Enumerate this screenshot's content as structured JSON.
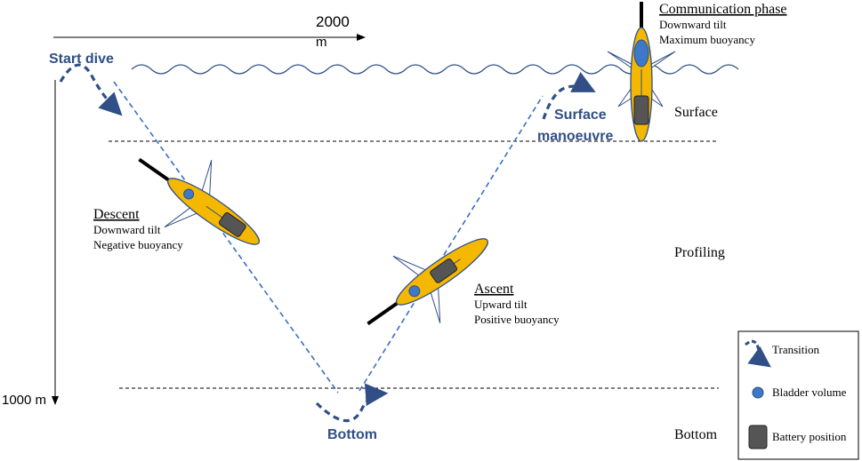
{
  "axes": {
    "horizontal_label_value": "2000",
    "horizontal_label_unit": "m",
    "vertical_label": "1000 m"
  },
  "phases": {
    "start_dive": "Start dive",
    "surface_manoeuvre_line1": "Surface",
    "surface_manoeuvre_line2": "manoeuvre",
    "bottom_turn": "Bottom"
  },
  "states": {
    "communication": {
      "title": "Communication phase",
      "line1": "Downward tilt",
      "line2": "Maximum buoyancy"
    },
    "descent": {
      "title": "Descent",
      "line1": "Downward tilt",
      "line2": "Negative buoyancy"
    },
    "ascent": {
      "title": "Ascent",
      "line1": "Upward tilt",
      "line2": "Positive buoyancy"
    }
  },
  "zones": {
    "surface": "Surface",
    "profiling": "Profiling",
    "bottom": "Bottom"
  },
  "legend": {
    "transition": "Transition",
    "bladder": "Bladder volume",
    "battery": "Battery position"
  },
  "colors": {
    "path": "#3a6fc0",
    "transition": "#2f4f86",
    "label_blue": "#2f4f86",
    "glider_body": "#f5b800",
    "bladder": "#3d78c9",
    "battery": "#555555"
  }
}
